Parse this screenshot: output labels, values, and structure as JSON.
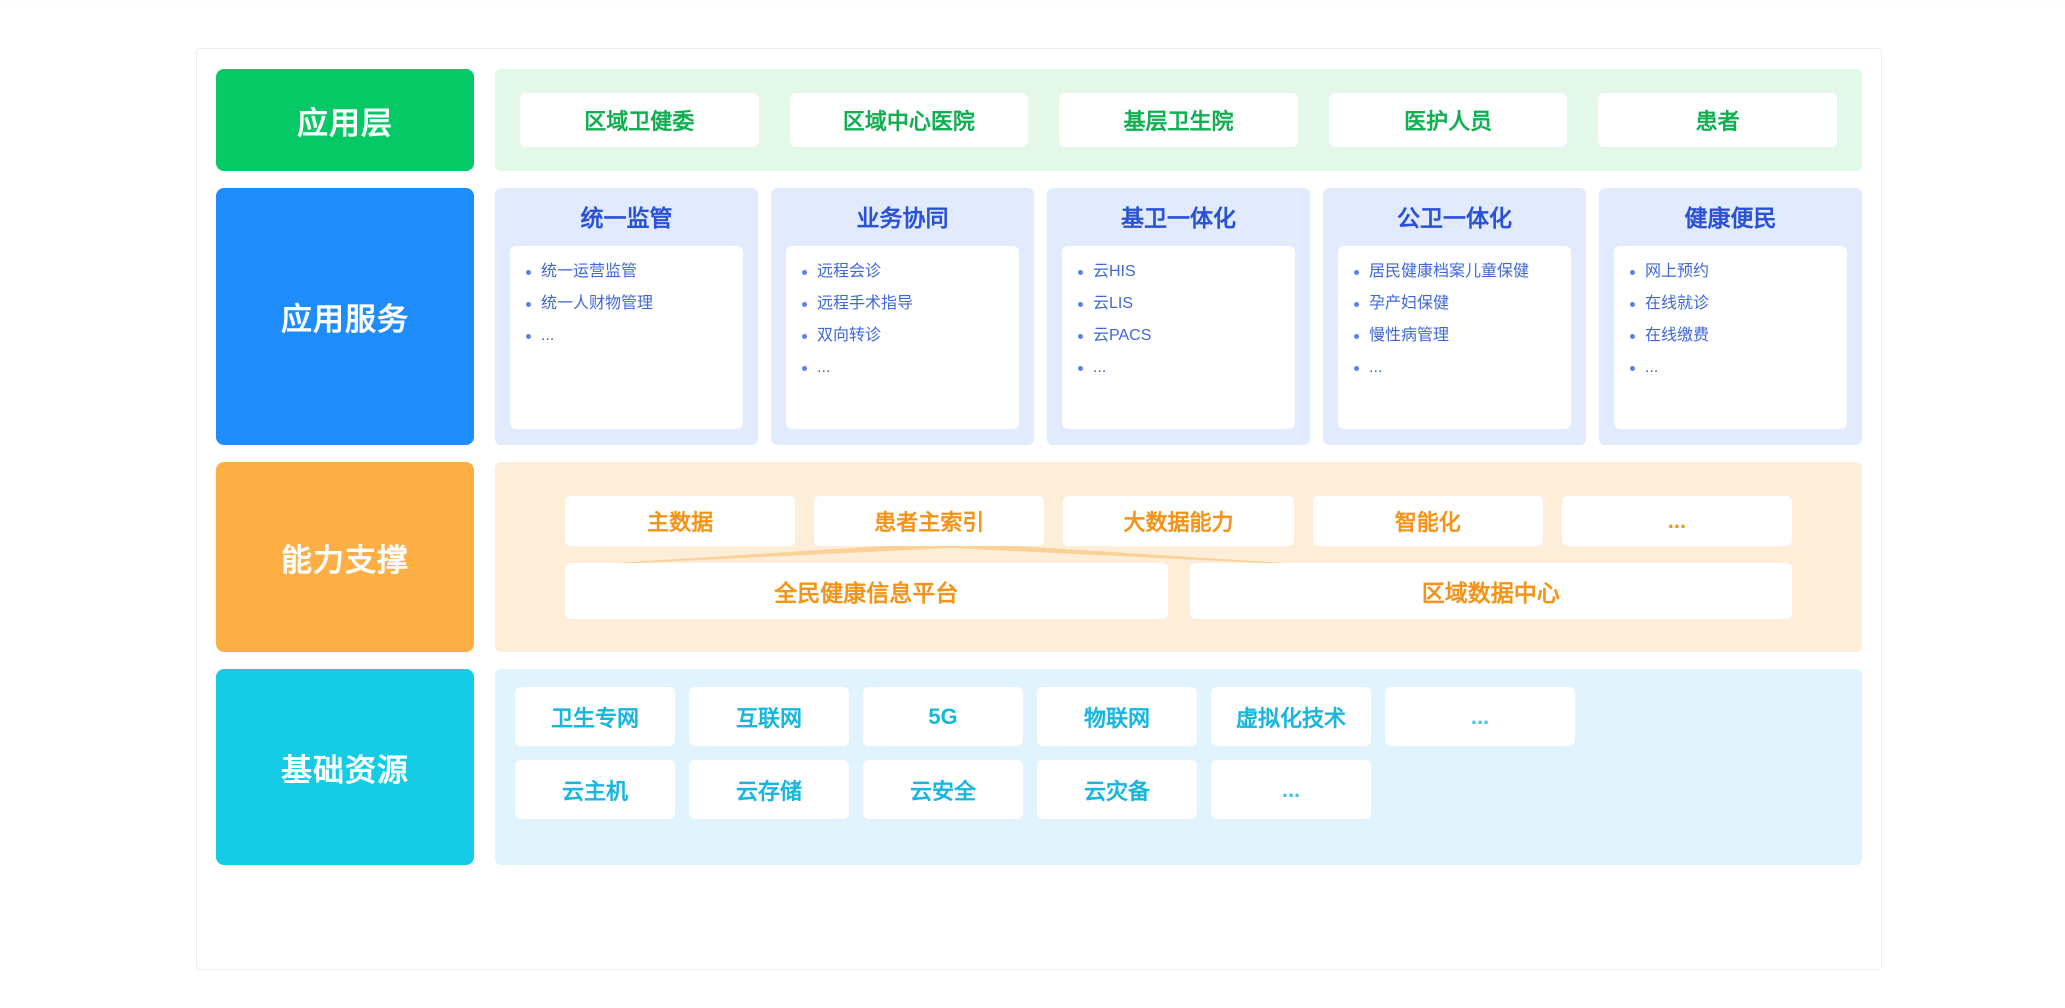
{
  "colors": {
    "green": "#06C966",
    "green_soft": "#E3F8E9",
    "green_text": "#12AE52",
    "blue": "#1E8CFB",
    "blue_soft": "#E2EAFD",
    "blue_title": "#2A52D6",
    "blue_text": "#3F68D6",
    "orange": "#FDAE44",
    "orange_soft": "#FDEEDA",
    "orange_text": "#F39419",
    "cyan": "#14CCE6",
    "cyan_soft": "#E1F4FD",
    "cyan_text": "#17B6DE"
  },
  "rows": {
    "application_layer": {
      "label": "应用层",
      "items": [
        "区域卫健委",
        "区域中心医院",
        "基层卫生院",
        "医护人员",
        "患者"
      ]
    },
    "application_services": {
      "label": "应用服务",
      "cards": [
        {
          "title": "统一监管",
          "items": [
            "统一运营监管",
            "统一人财物管理",
            "..."
          ]
        },
        {
          "title": "业务协同",
          "items": [
            "远程会诊",
            "远程手术指导",
            "双向转诊",
            "..."
          ]
        },
        {
          "title": "基卫一体化",
          "items": [
            "云HIS",
            "云LIS",
            "云PACS",
            "..."
          ]
        },
        {
          "title": "公卫一体化",
          "items": [
            "居民健康档案儿童保健",
            "孕产妇保健",
            "慢性病管理",
            "..."
          ]
        },
        {
          "title": "健康便民",
          "items": [
            "网上预约",
            "在线就诊",
            "在线缴费",
            "..."
          ]
        }
      ]
    },
    "capability_support": {
      "label": "能力支撑",
      "capabilities": [
        "主数据",
        "患者主索引",
        "大数据能力",
        "智能化",
        "..."
      ],
      "platforms": [
        "全民健康信息平台",
        "区域数据中心"
      ]
    },
    "infrastructure": {
      "label": "基础资源",
      "line1": [
        "卫生专网",
        "互联网",
        "5G",
        "物联网",
        "虚拟化技术",
        "..."
      ],
      "line2": [
        "云主机",
        "云存储",
        "云安全",
        "云灾备",
        "..."
      ]
    }
  }
}
